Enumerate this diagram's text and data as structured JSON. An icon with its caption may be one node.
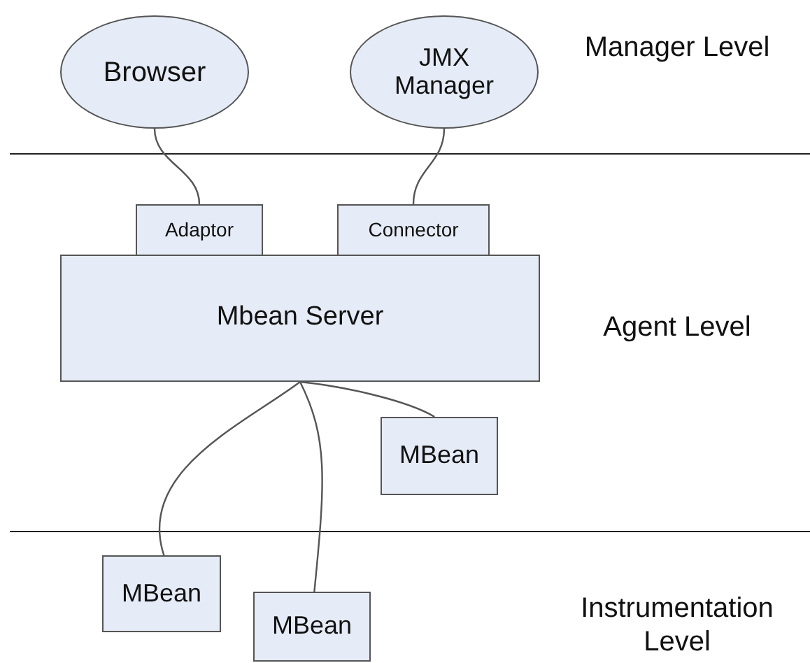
{
  "diagram": {
    "nodes": [
      {
        "text": [
          "Browser"
        ]
      },
      {
        "text": [
          "JMX Manager"
        ]
      },
      {
        "text": [
          "Adaptor"
        ]
      },
      {
        "text": [
          "Connector"
        ]
      },
      {
        "text": [
          "Mbean Server"
        ]
      },
      {
        "text": [
          "MBean"
        ]
      },
      {
        "text": [
          "MBean"
        ]
      },
      {
        "text": [
          "MBean"
        ]
      }
    ],
    "edges": [
      {
        "from": 0,
        "to": 2,
        "arrow": "none"
      },
      {
        "from": 1,
        "to": 3,
        "arrow": "none"
      },
      {
        "from": 4,
        "to": 5,
        "arrow": "none"
      },
      {
        "from": 4,
        "to": 6,
        "arrow": "none"
      },
      {
        "from": 4,
        "to": 7,
        "arrow": "none"
      }
    ],
    "labels": [
      "Manager Level",
      "Agent Level",
      "Instrumentation Level"
    ]
  }
}
